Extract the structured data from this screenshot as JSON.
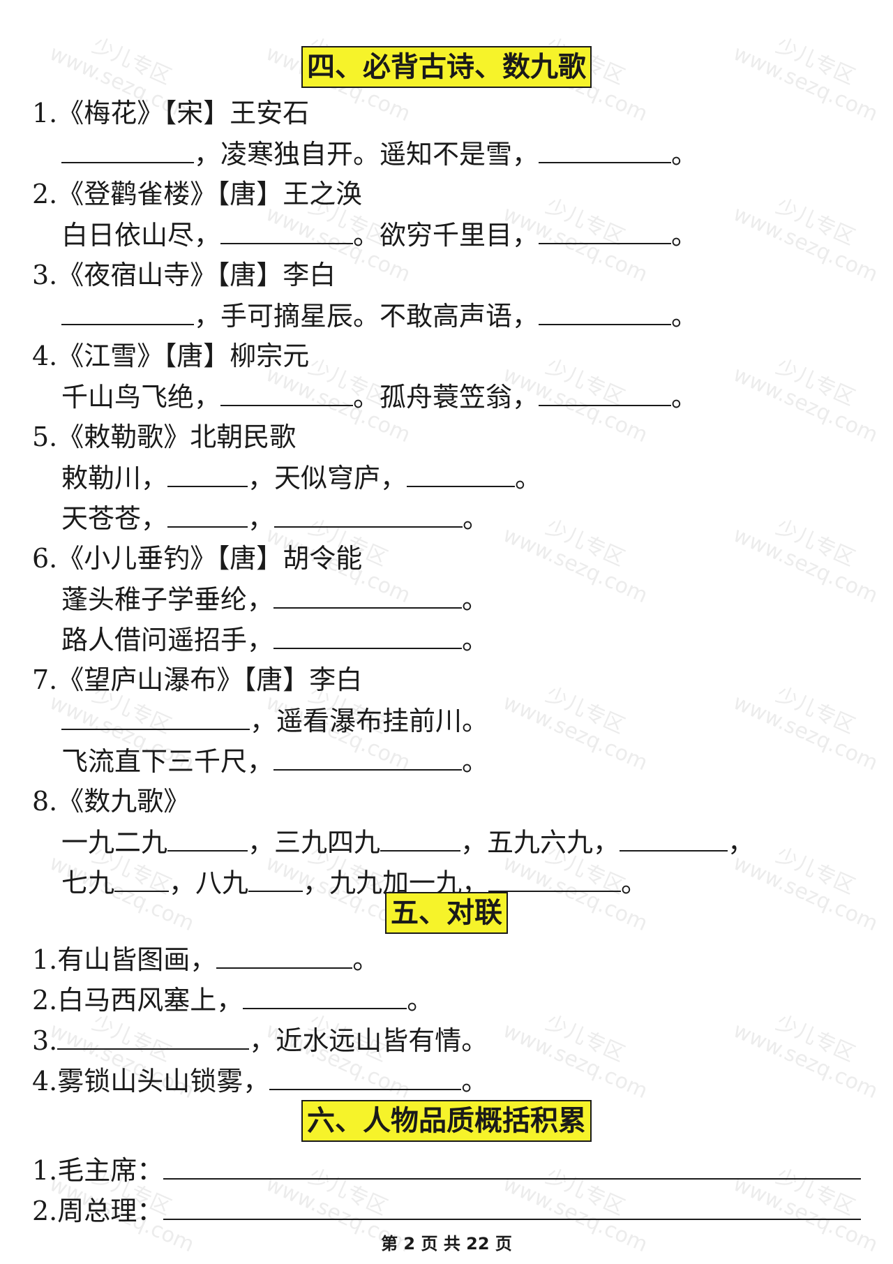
{
  "watermark": {
    "cn": "少儿专区",
    "url": "www.sezq.com"
  },
  "sections": {
    "s4": "四、必背古诗、数九歌",
    "s5": "五、对联",
    "s6": "六、人物品质概括积累"
  },
  "poems": {
    "p1": {
      "h": "1.《梅花》【宋】王安石",
      "a": "，凌寒独自开。遥知不是雪，",
      "end": "。"
    },
    "p2": {
      "h": "2.《登鹳雀楼》【唐】王之涣",
      "a": "白日依山尽，",
      "b": "。欲穷千里目，",
      "end": "。"
    },
    "p3": {
      "h": "3.《夜宿山寺》【唐】李白",
      "a": "，手可摘星辰。不敢高声语，",
      "end": "。"
    },
    "p4": {
      "h": "4.《江雪》【唐】柳宗元",
      "a": "千山鸟飞绝，",
      "b": "。孤舟蓑笠翁，",
      "end": "。"
    },
    "p5": {
      "h": "5.《敕勒歌》北朝民歌",
      "a": "敕勒川，",
      "b": "，天似穹庐，",
      "end": "。",
      "c": "天苍苍，",
      "d": "，",
      "end2": "。"
    },
    "p6": {
      "h": "6.《小儿垂钓》【唐】胡令能",
      "a": "蓬头稚子学垂纶，",
      "end": "。",
      "b": "路人借问遥招手，",
      "end2": "。"
    },
    "p7": {
      "h": "7.《望庐山瀑布》【唐】李白",
      "a": "，遥看瀑布挂前川。",
      "b": "飞流直下三千尺，",
      "end": "。"
    },
    "p8": {
      "h": "8.《数九歌》",
      "a": "一九二九",
      "b": "，三九四九",
      "c": "，五九六九，",
      "d": "，",
      "e": "七九",
      "f": "，八九",
      "g": "，九九加一九，",
      "end": "。"
    }
  },
  "couplets": {
    "c1": "1.有山皆图画，",
    "c2": "2.白马西风塞上，",
    "c3a": "3.",
    "c3b": "，近水远山皆有情。",
    "c4": "4.雾锁山头山锁雾，",
    "end": "。"
  },
  "people": {
    "q1": "1.毛主席：",
    "q2": "2.周总理："
  },
  "footer": "第 2 页 共 22 页"
}
